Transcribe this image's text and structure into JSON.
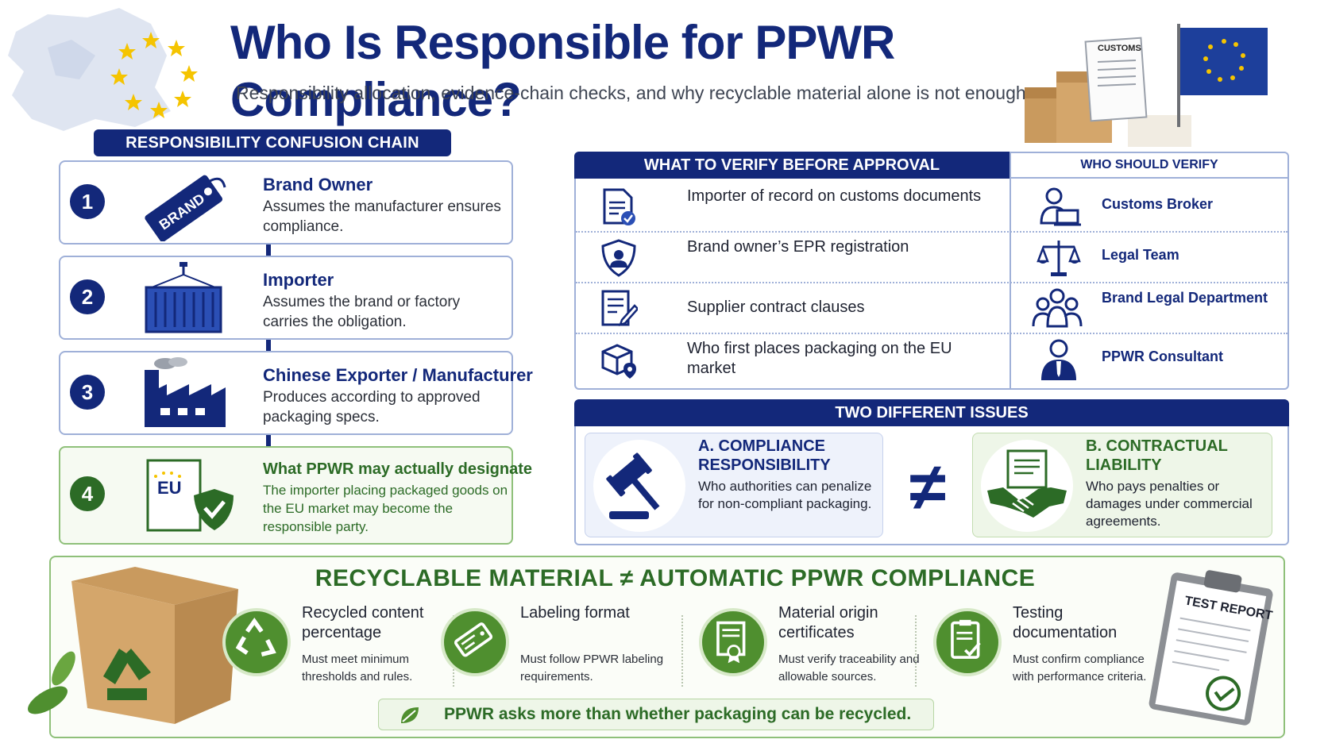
{
  "header": {
    "title": "Who Is Responsible for PPWR Compliance?",
    "subtitle": "Responsibility allocation, evidence-chain checks, and why recyclable material alone is not enough.",
    "customs_label": "CUSTOMS"
  },
  "chain": {
    "header": "RESPONSIBILITY CONFUSION CHAIN",
    "items": [
      {
        "num": "1",
        "title": "Brand Owner",
        "desc": "Assumes the manufacturer ensures compliance.",
        "icon": "brand-tag-icon",
        "icon_text": "BRAND"
      },
      {
        "num": "2",
        "title": "Importer",
        "desc": "Assumes the brand or factory carries the obligation.",
        "icon": "shipping-container-icon"
      },
      {
        "num": "3",
        "title": "Chinese Exporter / Manufacturer",
        "desc": "Produces according to approved packaging specs.",
        "icon": "factory-icon"
      },
      {
        "num": "4",
        "title": "What PPWR may actually designate",
        "desc": "The importer placing packaged goods on the EU market may become the responsible party.",
        "icon": "eu-document-shield-icon",
        "icon_text": "EU"
      }
    ]
  },
  "verify": {
    "header": "WHAT TO VERIFY BEFORE APPROVAL",
    "who_header": "WHO SHOULD VERIFY",
    "rows": [
      {
        "item": "Importer of record on customs documents",
        "who": "Customs Broker",
        "icon": "document-check-icon",
        "who_icon": "person-laptop-icon"
      },
      {
        "item": "Brand owner’s EPR registration",
        "who": "Legal Team",
        "icon": "shield-person-icon",
        "who_icon": "scales-icon"
      },
      {
        "item": "Supplier contract clauses",
        "who": "Brand Legal Department",
        "icon": "contract-pen-icon",
        "who_icon": "group-icon"
      },
      {
        "item": "Who first places packaging on the EU market",
        "who": "PPWR Consultant",
        "icon": "box-location-icon",
        "who_icon": "consultant-icon"
      }
    ]
  },
  "issues": {
    "header": "TWO DIFFERENT ISSUES",
    "neq": "≠",
    "a": {
      "title": "A. COMPLIANCE RESPONSIBILITY",
      "desc": "Who authorities can penalize for non-compliant packaging.",
      "icon": "gavel-icon"
    },
    "b": {
      "title": "B. CONTRACTUAL LIABILITY",
      "desc": "Who pays penalties or damages under commercial agreements.",
      "icon": "handshake-contract-icon"
    }
  },
  "recyclable": {
    "title": "RECYCLABLE MATERIAL ≠ AUTOMATIC PPWR COMPLIANCE",
    "items": [
      {
        "name": "Recycled content percentage",
        "desc": "Must meet minimum thresholds and rules.",
        "icon": "recycle-icon"
      },
      {
        "name": "Labeling format",
        "desc": "Must follow PPWR labeling requirements.",
        "icon": "label-tag-icon"
      },
      {
        "name": "Material origin certificates",
        "desc": "Must verify traceability and allowable sources.",
        "icon": "certificate-icon"
      },
      {
        "name": "Testing documentation",
        "desc": "Must confirm compliance with performance criteria.",
        "icon": "clipboard-check-icon"
      }
    ],
    "footer": "PPWR asks more than whether packaging can be recycled.",
    "test_report_label": "TEST REPORT"
  },
  "colors": {
    "navy": "#13287a",
    "green": "#2c6b26",
    "eu_blue": "#1d3f9b",
    "eu_star": "#f5c400"
  }
}
